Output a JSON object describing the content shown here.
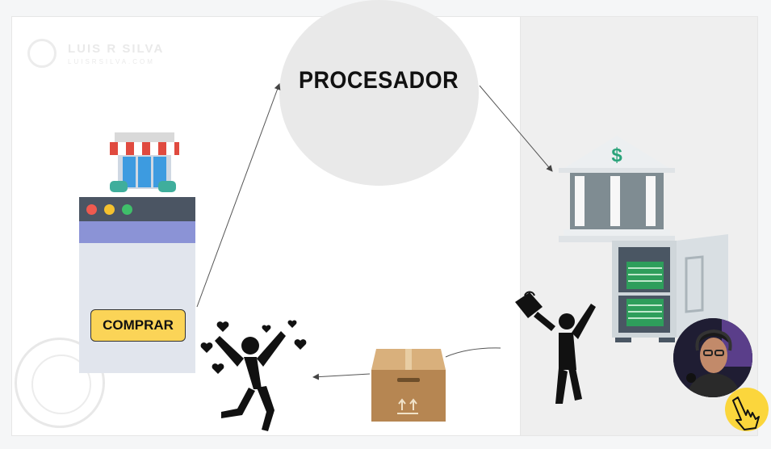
{
  "processor": {
    "label": "PROCESADOR"
  },
  "store": {
    "buy_label": "COMPRAR"
  },
  "watermark": {
    "name": "LUIS R SILVA",
    "site": "LUISRSILVA.COM"
  },
  "colors": {
    "button": "#fbd457",
    "browser_bar": "#4b5563",
    "browser_band": "#8b93d6",
    "processor_circle": "#e9e9e9",
    "box": "#c79a63"
  },
  "icons": [
    "store-icon",
    "browser-window",
    "customer-icon",
    "package-box-icon",
    "seller-icon",
    "bank-icon",
    "vault-icon",
    "pointing-hand-icon"
  ]
}
